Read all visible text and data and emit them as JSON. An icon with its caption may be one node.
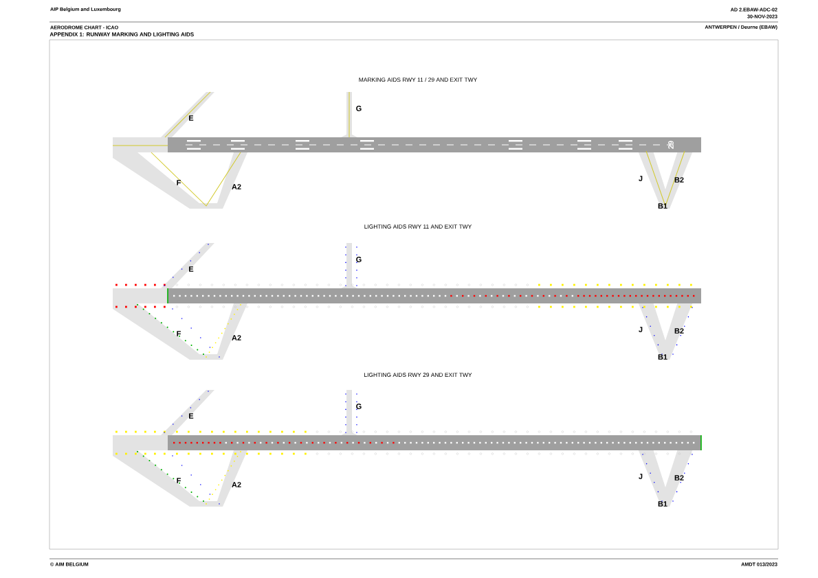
{
  "diagram": {
    "title": "APPENDIX 1: RUNWAY MARKING AND LIGHTING AIDS",
    "labels": [
      "AIP Belgium and Luxembourg",
      "AD 2.EBAW-ADC-02",
      "30-NOV-2023",
      "AERODROME CHART - ICAO",
      "ANTWERPEN / Deurne (EBAW)",
      "MARKING AIDS RWY 11 / 29 AND EXIT TWY",
      "E",
      "G",
      "F",
      "A2",
      "J",
      "B2",
      "B1",
      "29",
      "LIGHTING AIDS RWY 11 AND EXIT TWY",
      "E",
      "G",
      "F",
      "A2",
      "J",
      "B2",
      "B1",
      "LIGHTING AIDS RWY 29 AND EXIT TWY",
      "E",
      "G",
      "F",
      "A2",
      "J",
      "B2",
      "B1",
      "© AIM BELGIUM",
      "AMDT 013/2023"
    ]
  }
}
